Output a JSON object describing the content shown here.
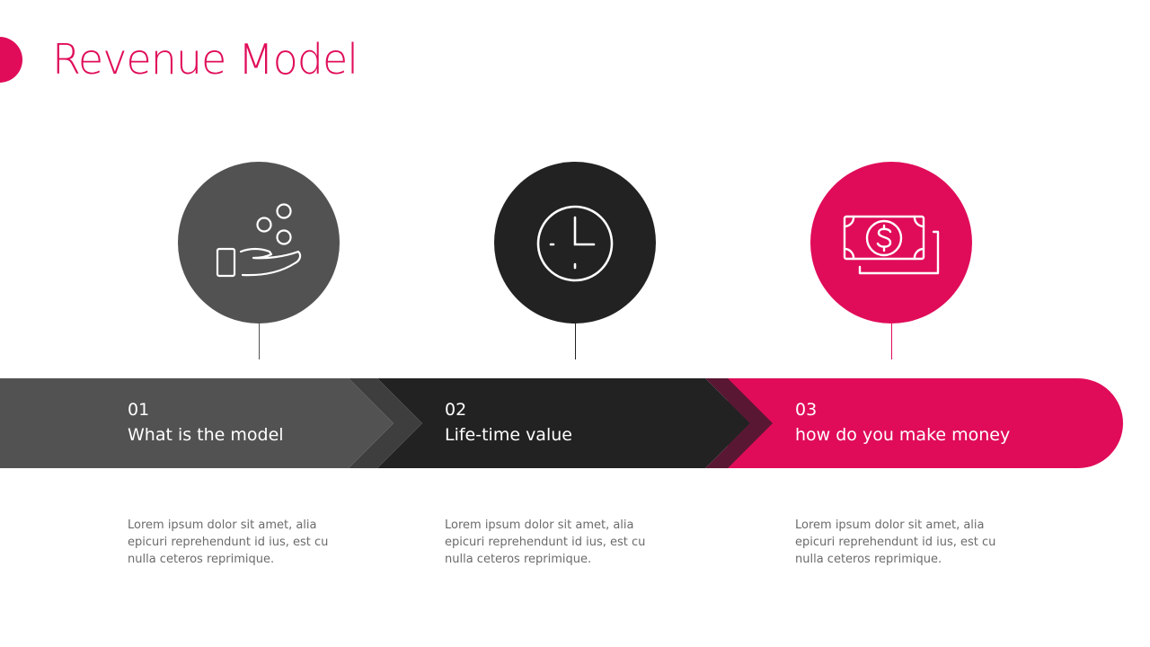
{
  "slide": {
    "title": "Revenue Model",
    "colors": {
      "accent": "#e00c59",
      "gray": "#525252",
      "dark": "#222222",
      "gray_tip": "#3e3e3e",
      "dark_tip": "#5a1733"
    }
  },
  "steps": [
    {
      "number": "01",
      "title": "What is the model",
      "icon": "hand-coins-icon",
      "description": "Lorem ipsum dolor sit amet, alia epicuri reprehendunt  id ius, est cu nulla ceteros reprimique."
    },
    {
      "number": "02",
      "title": "Life-time value",
      "icon": "clock-icon",
      "description": "Lorem ipsum dolor sit amet, alia epicuri reprehendunt  id ius, est cu nulla ceteros reprimique."
    },
    {
      "number": "03",
      "title": "how do you make money",
      "icon": "money-bill-icon",
      "description": "Lorem ipsum dolor sit amet, alia epicuri reprehendunt  id ius, est cu nulla ceteros reprimique."
    }
  ]
}
